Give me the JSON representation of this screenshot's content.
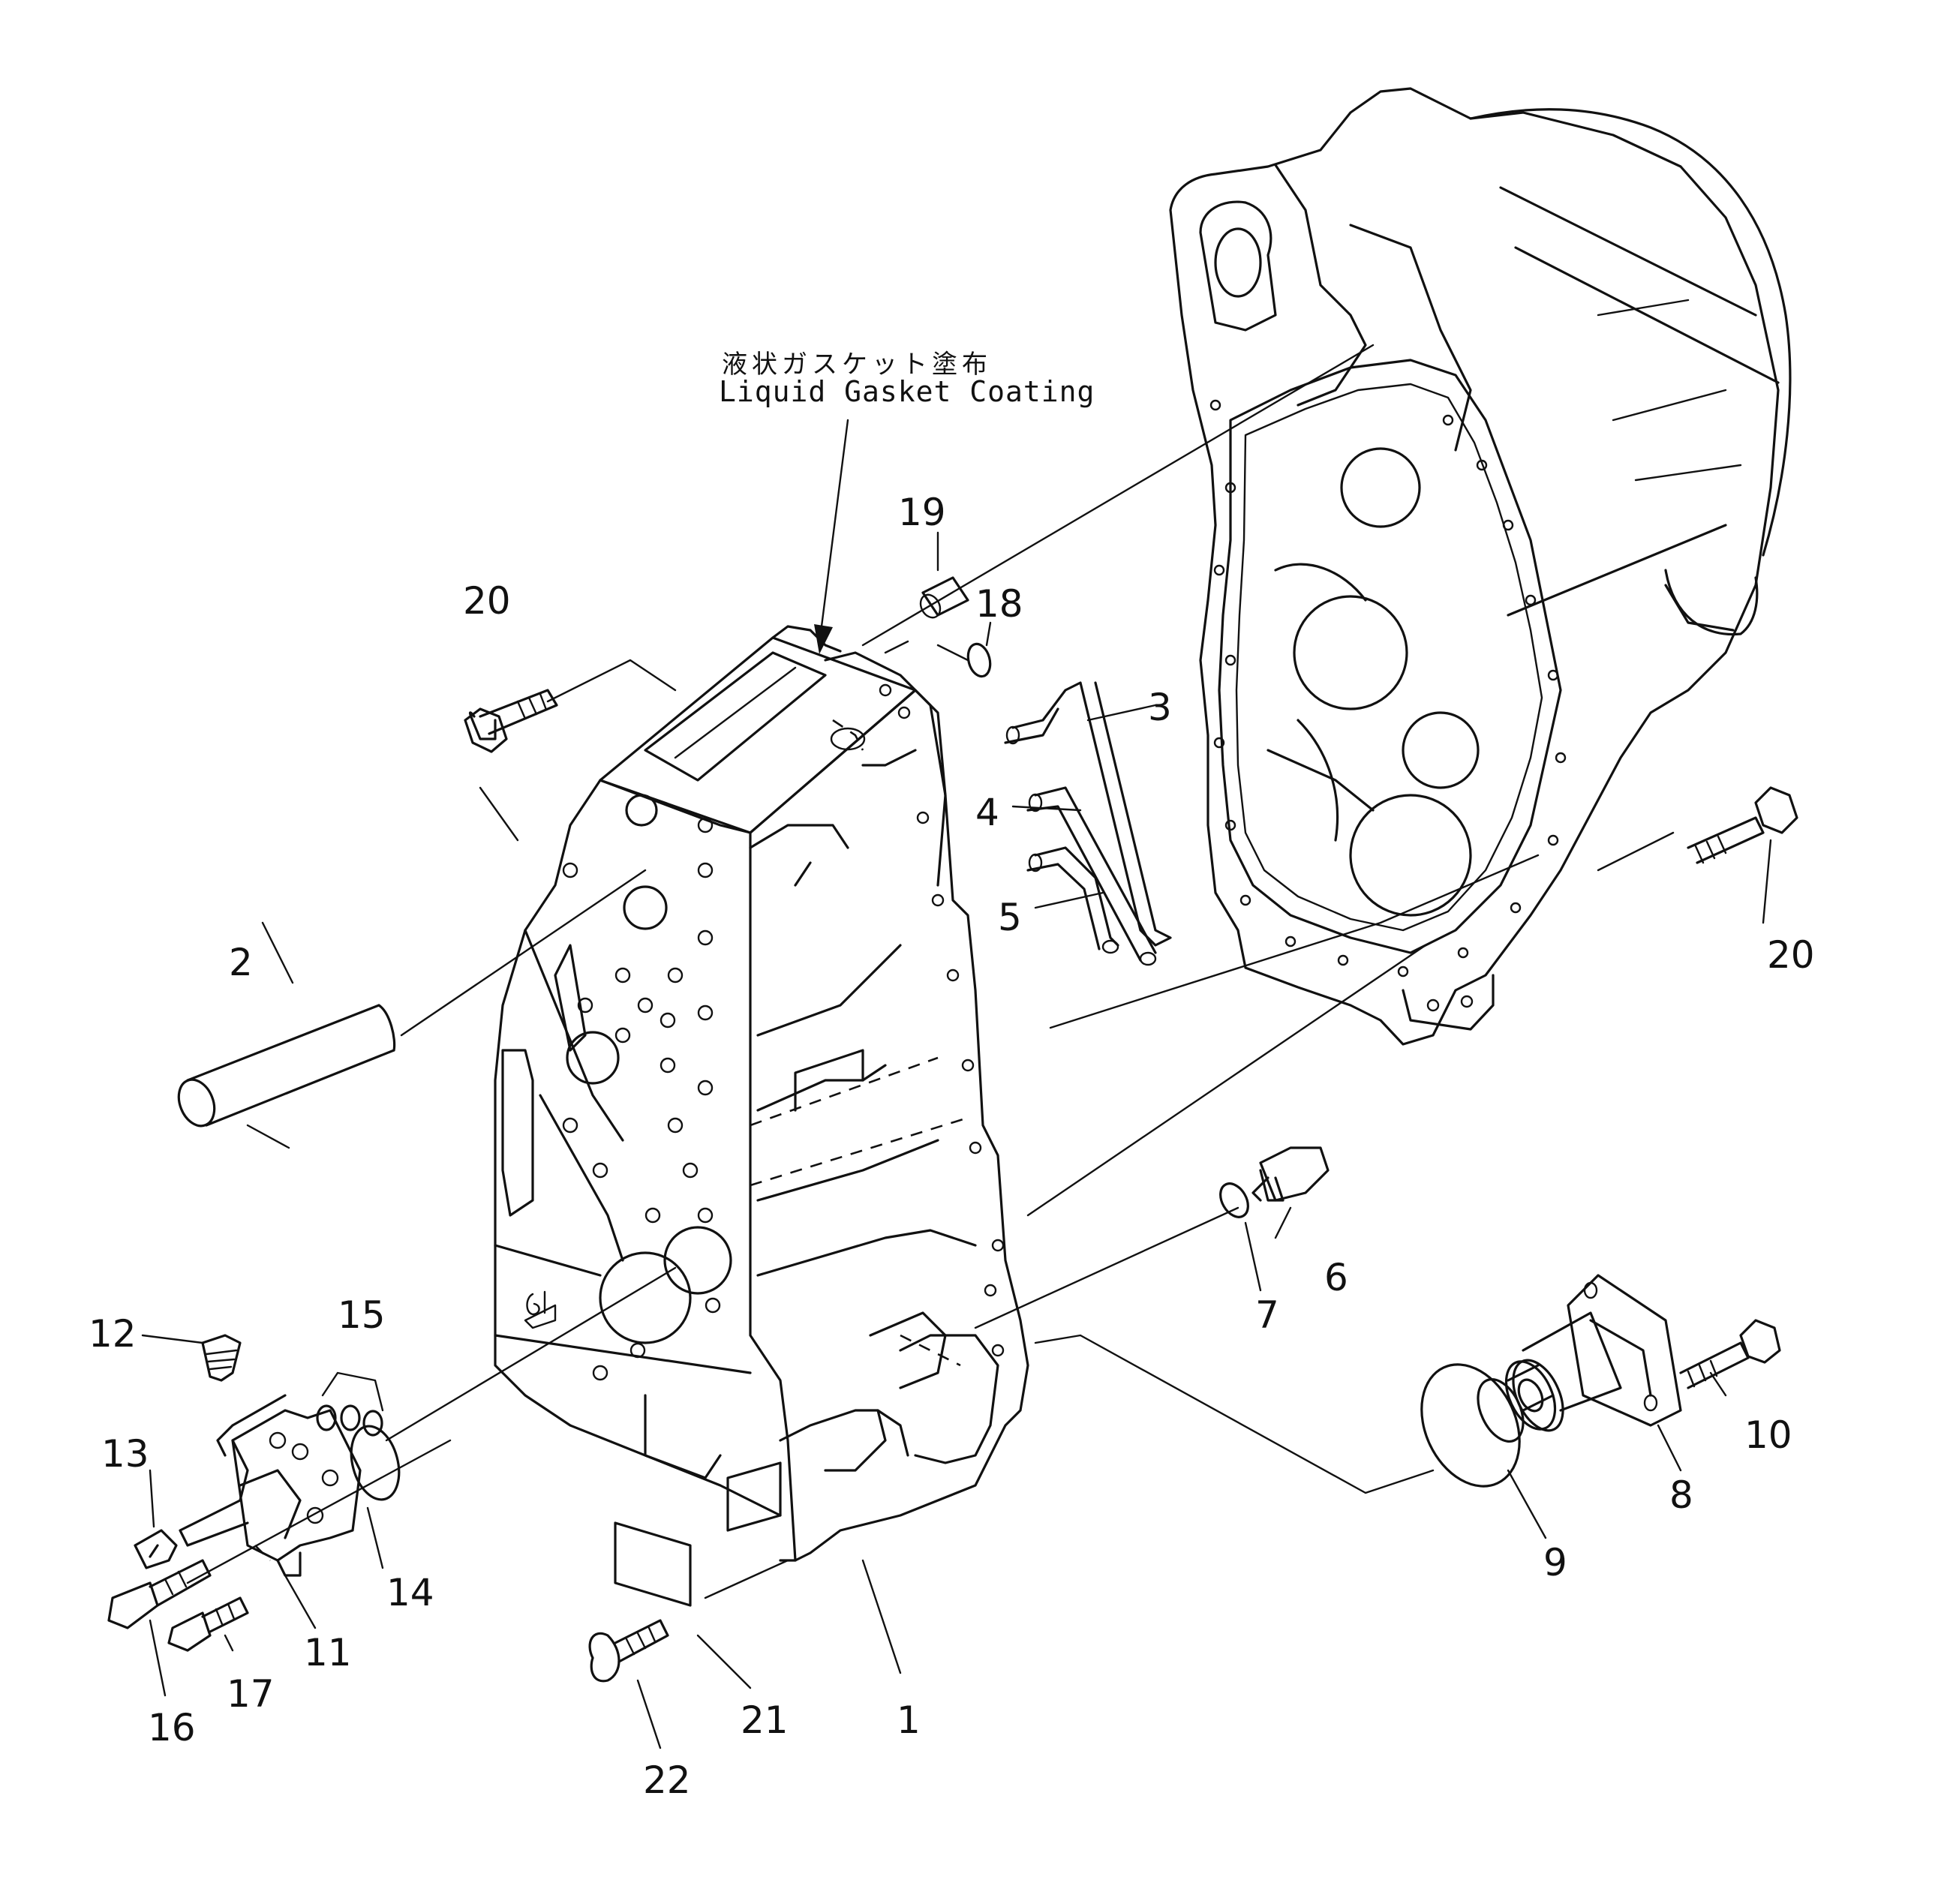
{
  "annotation": {
    "jp": "液状ガスケット塗布",
    "en": "Liquid Gasket Coating"
  },
  "callouts": {
    "p1": "1",
    "p2": "2",
    "p3": "3",
    "p4": "4",
    "p5": "5",
    "p6": "6",
    "p7": "7",
    "p8": "8",
    "p9": "9",
    "p10": "10",
    "p11": "11",
    "p12": "12",
    "p13": "13",
    "p14": "14",
    "p15": "15",
    "p16": "16",
    "p17": "17",
    "p18": "18",
    "p19": "19",
    "p20a": "20",
    "p20b": "20",
    "p21": "21",
    "p22": "22"
  }
}
